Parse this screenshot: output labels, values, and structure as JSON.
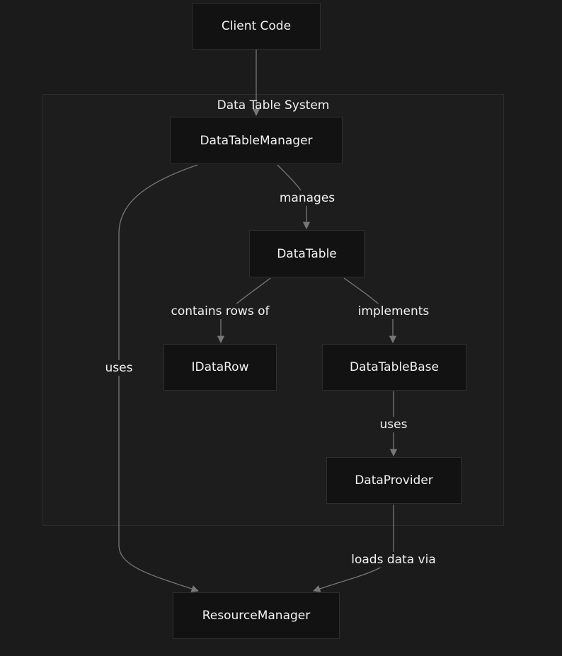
{
  "cluster": {
    "title": "Data Table System"
  },
  "nodes": {
    "client_code": "Client Code",
    "data_table_manager": "DataTableManager",
    "data_table": "DataTable",
    "idata_row": "IDataRow",
    "data_table_base": "DataTableBase",
    "data_provider": "DataProvider",
    "resource_manager": "ResourceManager"
  },
  "edges": {
    "manages": "manages",
    "contains_rows_of": "contains rows of",
    "implements": "implements",
    "uses_left": "uses",
    "uses_provider": "uses",
    "loads_data_via": "loads data via"
  },
  "colors": {
    "background": "#1b1b1b",
    "node_fill": "#121212",
    "node_border": "#2e2e2e",
    "edge": "#777777",
    "text": "#f2f2f2"
  }
}
